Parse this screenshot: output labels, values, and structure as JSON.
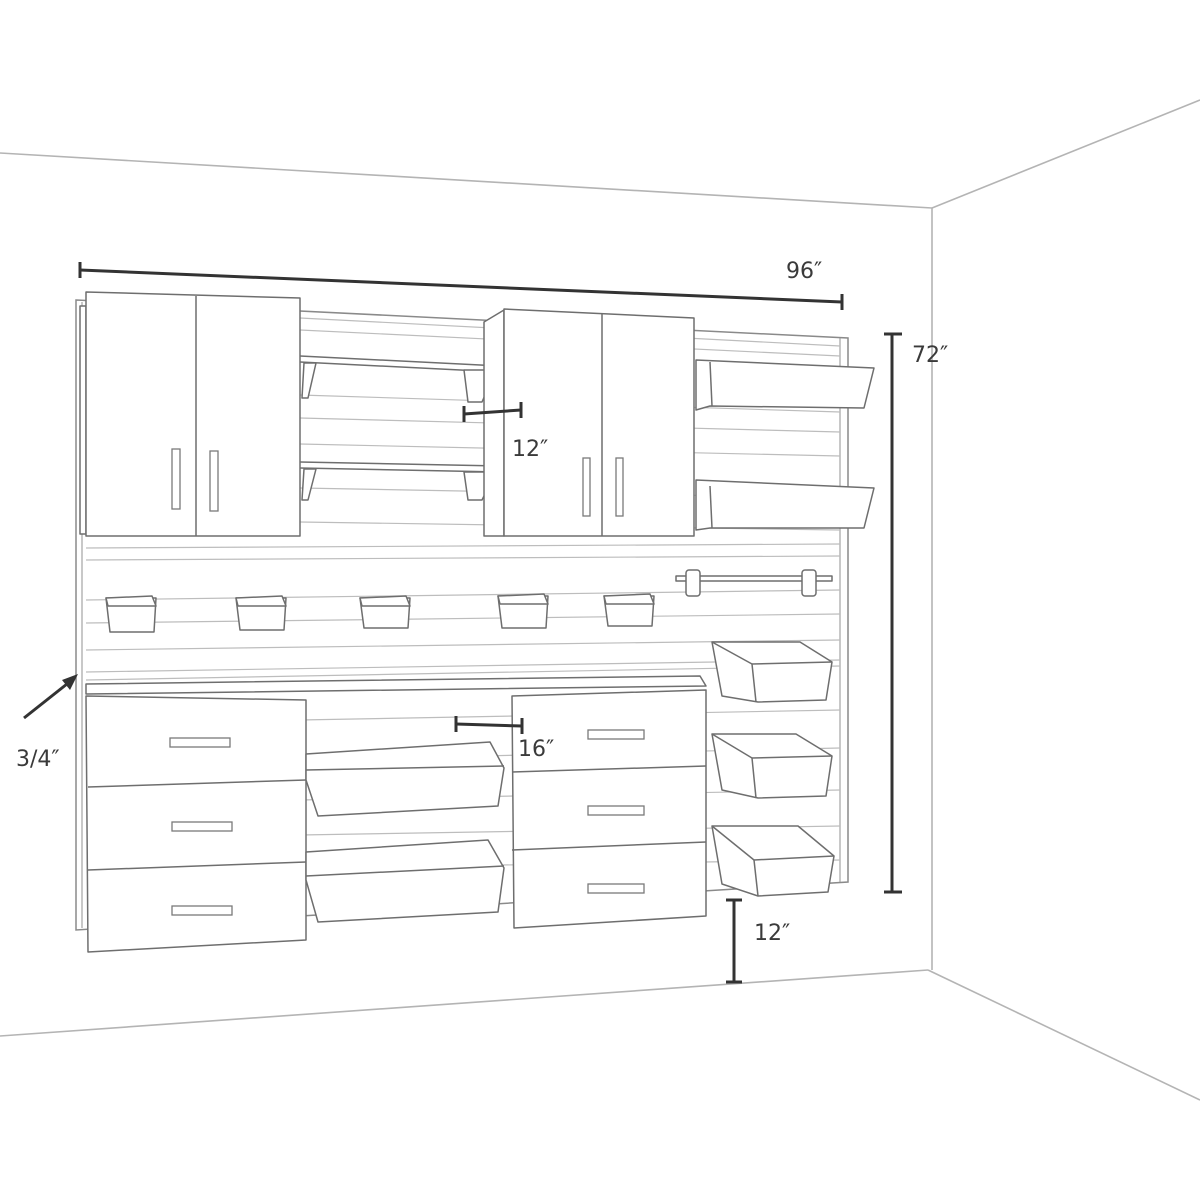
{
  "diagram": {
    "type": "garage wall storage system elevation",
    "dimensions": {
      "overall_width": "96″",
      "overall_height": "72″",
      "shelf_depth": "12″",
      "bin_spacing": "16″",
      "floor_clearance": "12″",
      "panel_thickness": "3/4″"
    },
    "components": {
      "upper_cabinets": 2,
      "wire_shelves": 2,
      "large_hanging_bins_upper_right": 2,
      "small_hook_bins": 5,
      "tool_rail": 1,
      "drawer_units": 2,
      "drawers_per_unit": 3,
      "open_bins_center": 2,
      "stacking_bins_right": 3
    },
    "colors": {
      "line": "#6e6e6e",
      "dimension_line": "#333333",
      "room_edge": "#b4b4b4",
      "background": "#ffffff"
    }
  }
}
